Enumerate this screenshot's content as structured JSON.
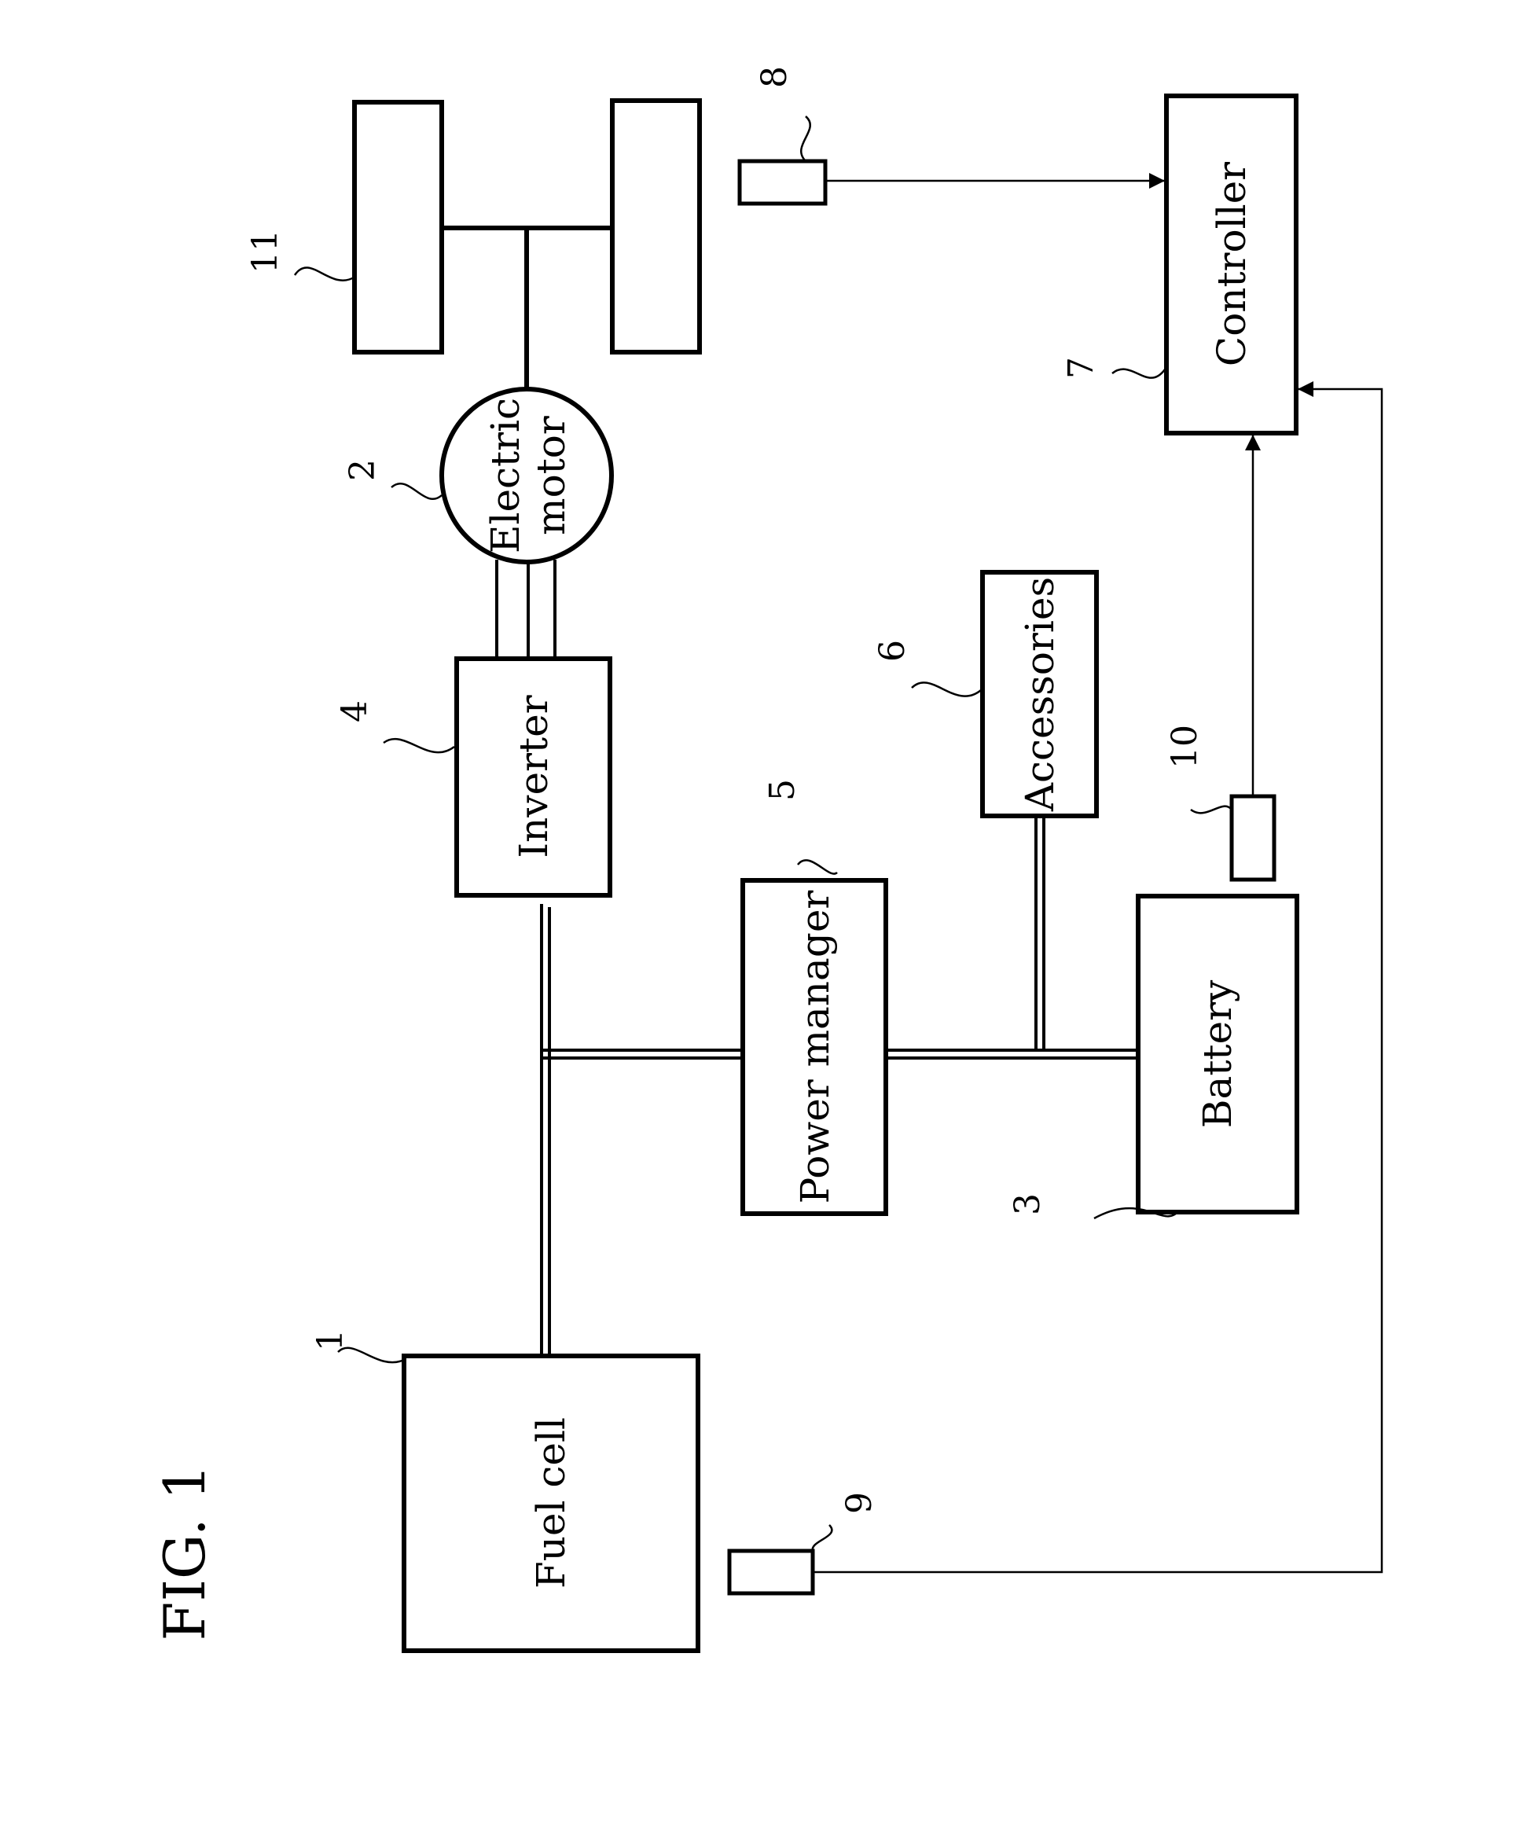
{
  "figure": {
    "title": "FIG. 1"
  },
  "components": {
    "fuel_cell": {
      "label": "Fuel cell",
      "ref": "1"
    },
    "electric_motor": {
      "label_line1": "Electric",
      "label_line2": "motor",
      "ref": "2"
    },
    "battery": {
      "label": "Battery",
      "ref": "3"
    },
    "inverter": {
      "label": "Inverter",
      "ref": "4"
    },
    "power_manager": {
      "label": "Power manager",
      "ref": "5"
    },
    "accessories": {
      "label": "Accessories",
      "ref": "6"
    },
    "controller": {
      "label": "Controller",
      "ref": "7"
    },
    "sensor_8": {
      "ref": "8"
    },
    "sensor_9": {
      "ref": "9"
    },
    "sensor_10": {
      "ref": "10"
    },
    "wheels": {
      "ref": "11"
    }
  }
}
